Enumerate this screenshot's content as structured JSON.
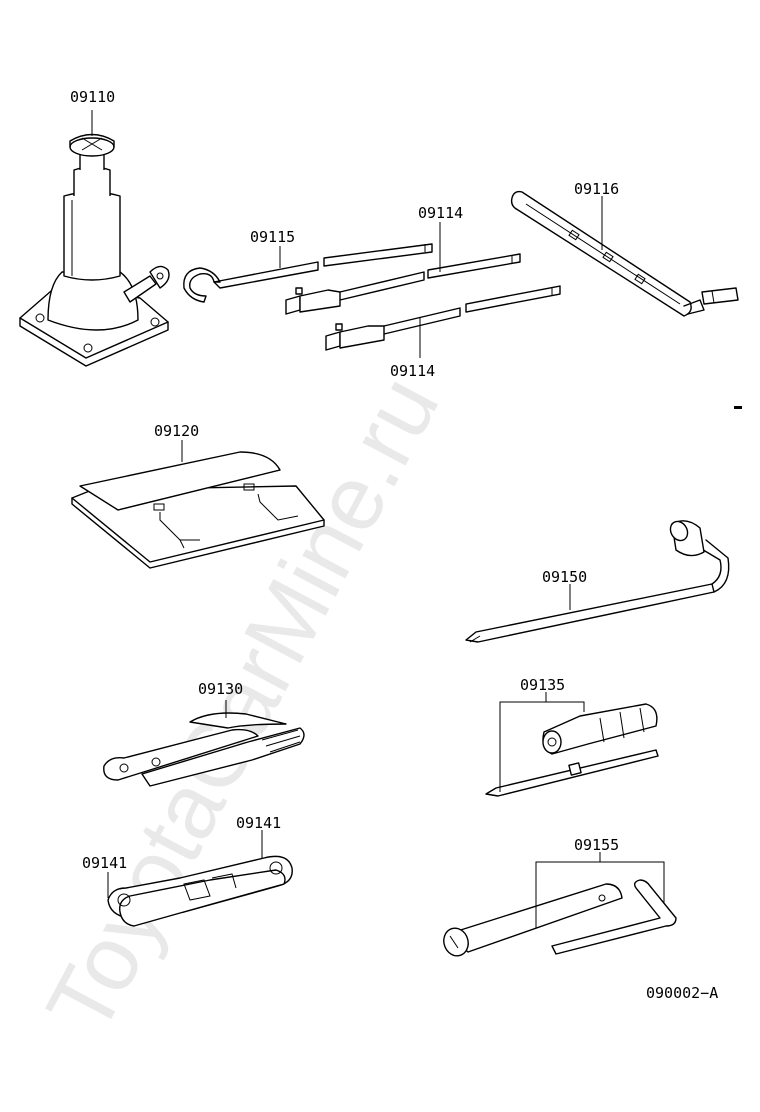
{
  "watermark": "ToyotaCarMine.ru",
  "reference": "090002−A",
  "labels": {
    "jack": "09110",
    "handle_hook": "09115",
    "extension_top": "09114",
    "extension_bottom": "09114",
    "jack_handle": "09116",
    "tool_bag": "09120",
    "wheel_wrench": "09150",
    "pliers": "09130",
    "screwdriver": "09135",
    "wrench_right": "09141",
    "wrench_left": "09141",
    "plug_wrench": "09155"
  }
}
